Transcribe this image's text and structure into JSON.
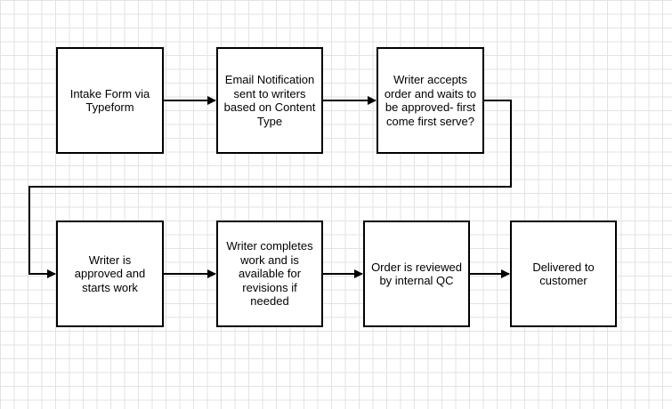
{
  "diagram": {
    "type": "flowchart",
    "nodes": [
      {
        "id": "n1",
        "label": "Intake Form via Typeform"
      },
      {
        "id": "n2",
        "label": "Email Notification sent to writers based on Content Type"
      },
      {
        "id": "n3",
        "label": "Writer accepts order and waits to be approved- first come first serve?"
      },
      {
        "id": "n4",
        "label": "Writer is approved and starts work"
      },
      {
        "id": "n5",
        "label": "Writer completes work and is available for revisions if needed"
      },
      {
        "id": "n6",
        "label": "Order is reviewed by internal QC"
      },
      {
        "id": "n7",
        "label": "Delivered to customer"
      }
    ],
    "edges": [
      {
        "from": "n1",
        "to": "n2"
      },
      {
        "from": "n2",
        "to": "n3"
      },
      {
        "from": "n3",
        "to": "n4"
      },
      {
        "from": "n4",
        "to": "n5"
      },
      {
        "from": "n5",
        "to": "n6"
      },
      {
        "from": "n6",
        "to": "n7"
      }
    ],
    "colors": {
      "line": "#000000",
      "node_fill": "#ffffff",
      "grid": "#e3e3e3"
    }
  }
}
